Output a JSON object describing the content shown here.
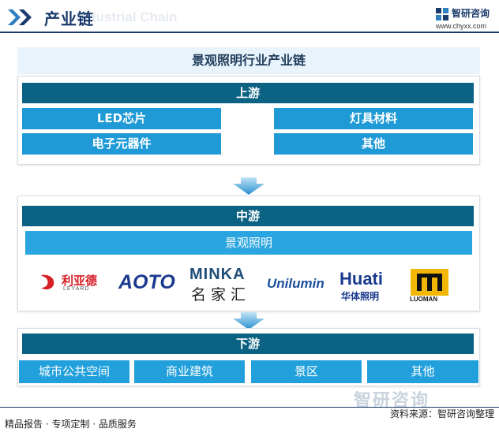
{
  "header": {
    "title": "产业链",
    "watermark": "Industrial Chain",
    "logo_name": "智研咨询",
    "logo_url": "www.chyxx.com"
  },
  "main_title": "景观照明行业产业链",
  "upstream": {
    "label": "上游",
    "items": [
      "LED芯片",
      "灯具材料",
      "电子元器件",
      "其他"
    ]
  },
  "midstream": {
    "label": "中游",
    "sub_label": "景观照明",
    "brands": [
      {
        "icon": "leyard-logo",
        "name": "利亚德",
        "sub": "LEYARD"
      },
      {
        "icon": "aoto-logo",
        "name": "AOTO"
      },
      {
        "icon": "minka-logo",
        "name": "MINKA",
        "sub": "名家汇"
      },
      {
        "icon": "unilumin-logo",
        "name": "Unilumin"
      },
      {
        "icon": "huati-logo",
        "name": "Huati",
        "sub": "华体照明"
      },
      {
        "icon": "luoman-logo",
        "name": "LUOMAN"
      }
    ]
  },
  "downstream": {
    "label": "下游",
    "items": [
      "城市公共空间",
      "商业建筑",
      "景区",
      "其他"
    ]
  },
  "footer": {
    "left": "精品报告 · 专项定制 · 品质服务",
    "right": "资料来源：智研咨询整理",
    "watermark": "智研咨询"
  },
  "colors": {
    "dark_bar": "#0b6283",
    "cell_blue": "#1f9ad7",
    "title_bg": "#e8f3fb",
    "brand_navy": "#1a3a6b",
    "leyard_red": "#d61f26"
  }
}
